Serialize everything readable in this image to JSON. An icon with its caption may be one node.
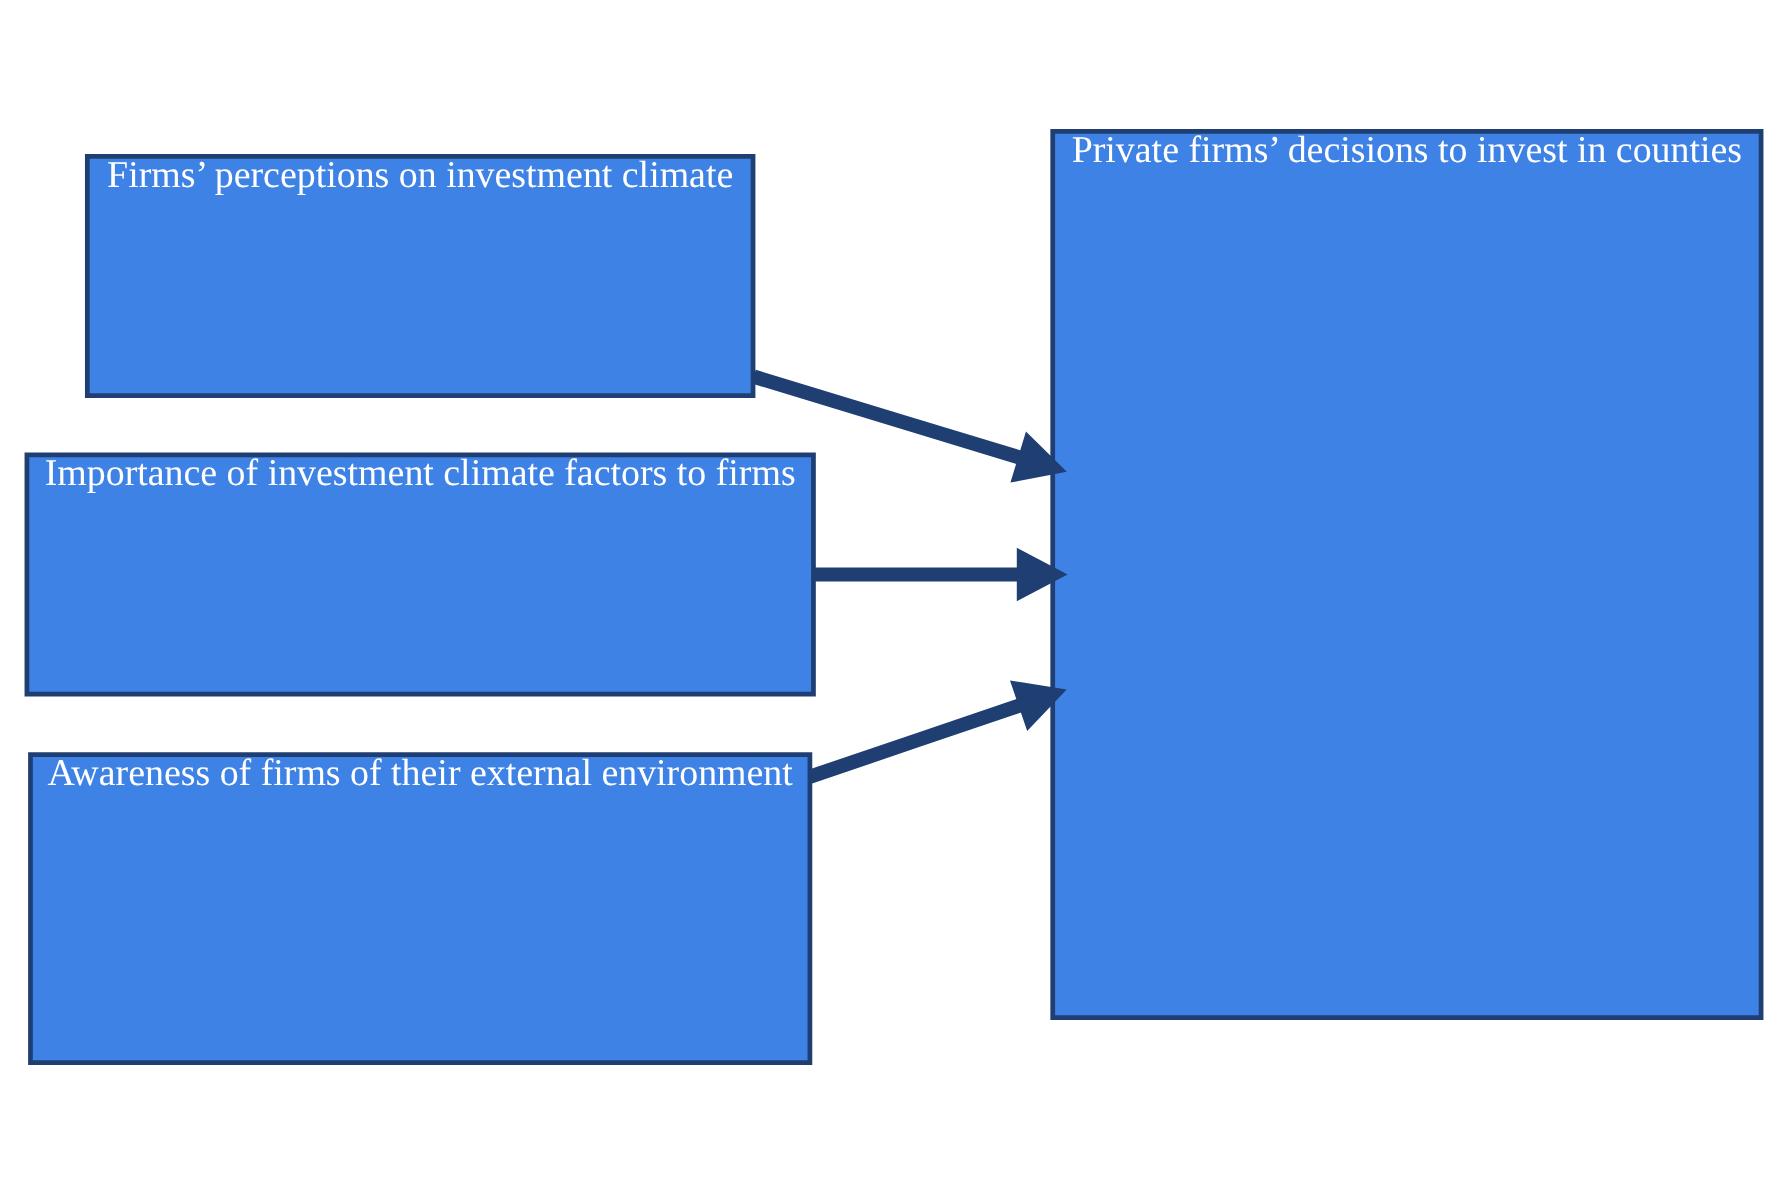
{
  "diagram": {
    "nodes": [
      {
        "text": [
          "Firms’ perceptions on investment climate"
        ]
      },
      {
        "text": [
          "Importance of investment climate factors to firms"
        ]
      },
      {
        "text": [
          "Awareness of firms of their external environment"
        ]
      },
      {
        "text": [
          "Private firms’ decisions to invest in counties"
        ]
      }
    ],
    "edges": [
      {
        "from": 0,
        "to": 3,
        "arrow": "to"
      },
      {
        "from": 1,
        "to": 3,
        "arrow": "to"
      },
      {
        "from": 2,
        "to": 3,
        "arrow": "to"
      }
    ]
  }
}
